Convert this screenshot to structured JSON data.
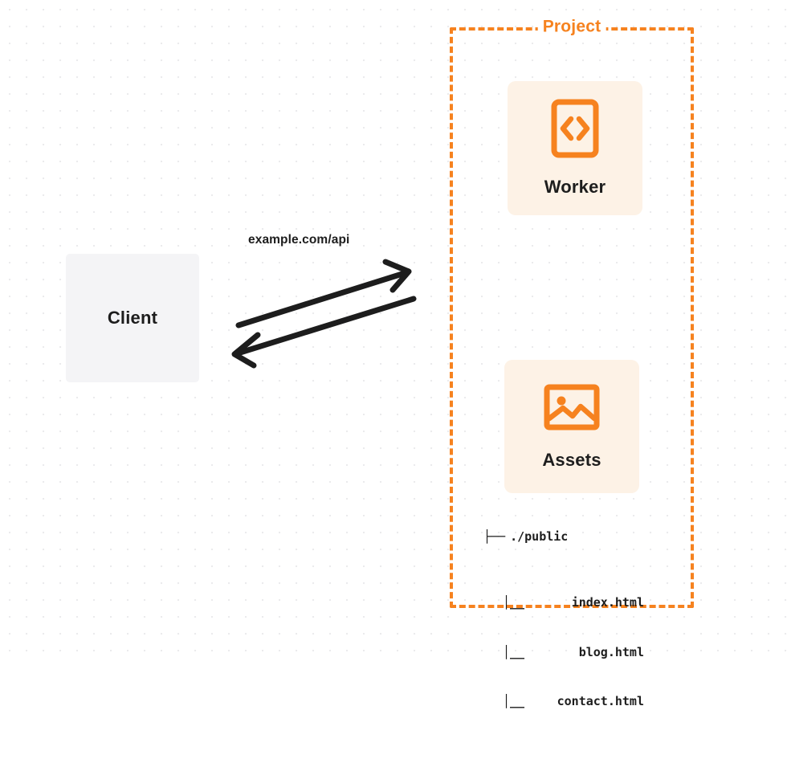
{
  "diagram": {
    "title_visible": false,
    "background": {
      "style": "dot-grid",
      "dot_color": "#ebebed",
      "page_color": "#ffffff"
    },
    "colors": {
      "accent_orange": "#f6821f",
      "card_fill": "#fdf2e6",
      "client_fill": "#f4f4f6",
      "text_dark": "#1d1d1d",
      "arrow": "#1d1d1d"
    },
    "client": {
      "label": "Client"
    },
    "connector": {
      "label": "example.com/api",
      "request_direction": "client-to-project",
      "response_direction": "project-to-client"
    },
    "project": {
      "title": "Project",
      "border_style": "dashed",
      "nodes": [
        {
          "id": "worker",
          "label": "Worker",
          "icon": "code-brackets-icon"
        },
        {
          "id": "assets",
          "label": "Assets",
          "icon": "image-icon"
        }
      ],
      "file_tree": {
        "root": "./public",
        "root_connector": "├──",
        "children": [
          {
            "branch": "│__",
            "name": "index.html"
          },
          {
            "branch": "│__",
            "name": "blog.html"
          },
          {
            "branch": "│__",
            "name": "contact.html"
          }
        ]
      }
    }
  }
}
